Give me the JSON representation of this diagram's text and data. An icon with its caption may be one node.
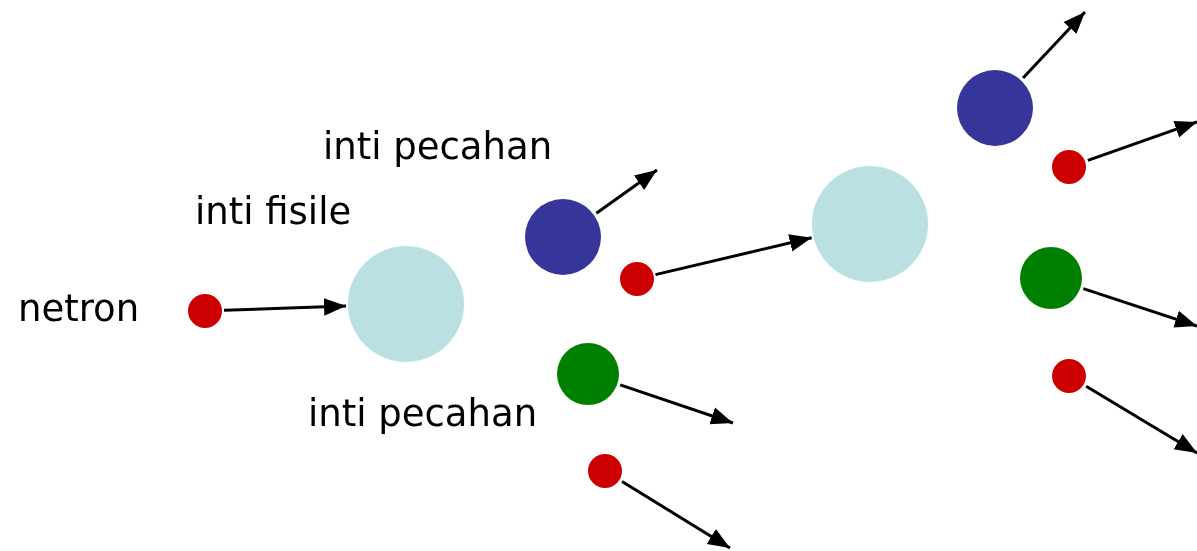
{
  "diagram": {
    "nodes": [
      {
        "text": [],
        "shape": "circle",
        "beside": [
          "netron"
        ]
      },
      {
        "text": [],
        "shape": "circle",
        "beside": [
          "inti fisile"
        ]
      },
      {
        "text": [],
        "shape": "circle",
        "beside": [
          "inti pecahan"
        ]
      },
      {
        "text": [],
        "shape": "circle"
      },
      {
        "text": [],
        "shape": "circle",
        "beside": [
          "inti pecahan"
        ]
      },
      {
        "text": [],
        "shape": "circle"
      },
      {
        "text": [],
        "shape": "circle"
      },
      {
        "text": [],
        "shape": "circle"
      },
      {
        "text": [],
        "shape": "circle"
      },
      {
        "text": [],
        "shape": "circle"
      },
      {
        "text": [],
        "shape": "circle"
      }
    ],
    "edges": [
      {
        "from": 0,
        "to": 1,
        "arrow": "to"
      },
      {
        "from": 2,
        "to": null,
        "arrow": "to"
      },
      {
        "from": 3,
        "to": 6,
        "arrow": "to"
      },
      {
        "from": 4,
        "to": null,
        "arrow": "to"
      },
      {
        "from": 5,
        "to": null,
        "arrow": "to"
      },
      {
        "from": 7,
        "to": null,
        "arrow": "to"
      },
      {
        "from": 8,
        "to": null,
        "arrow": "to"
      },
      {
        "from": 9,
        "to": null,
        "arrow": "to"
      },
      {
        "from": 10,
        "to": null,
        "arrow": "to"
      }
    ]
  }
}
